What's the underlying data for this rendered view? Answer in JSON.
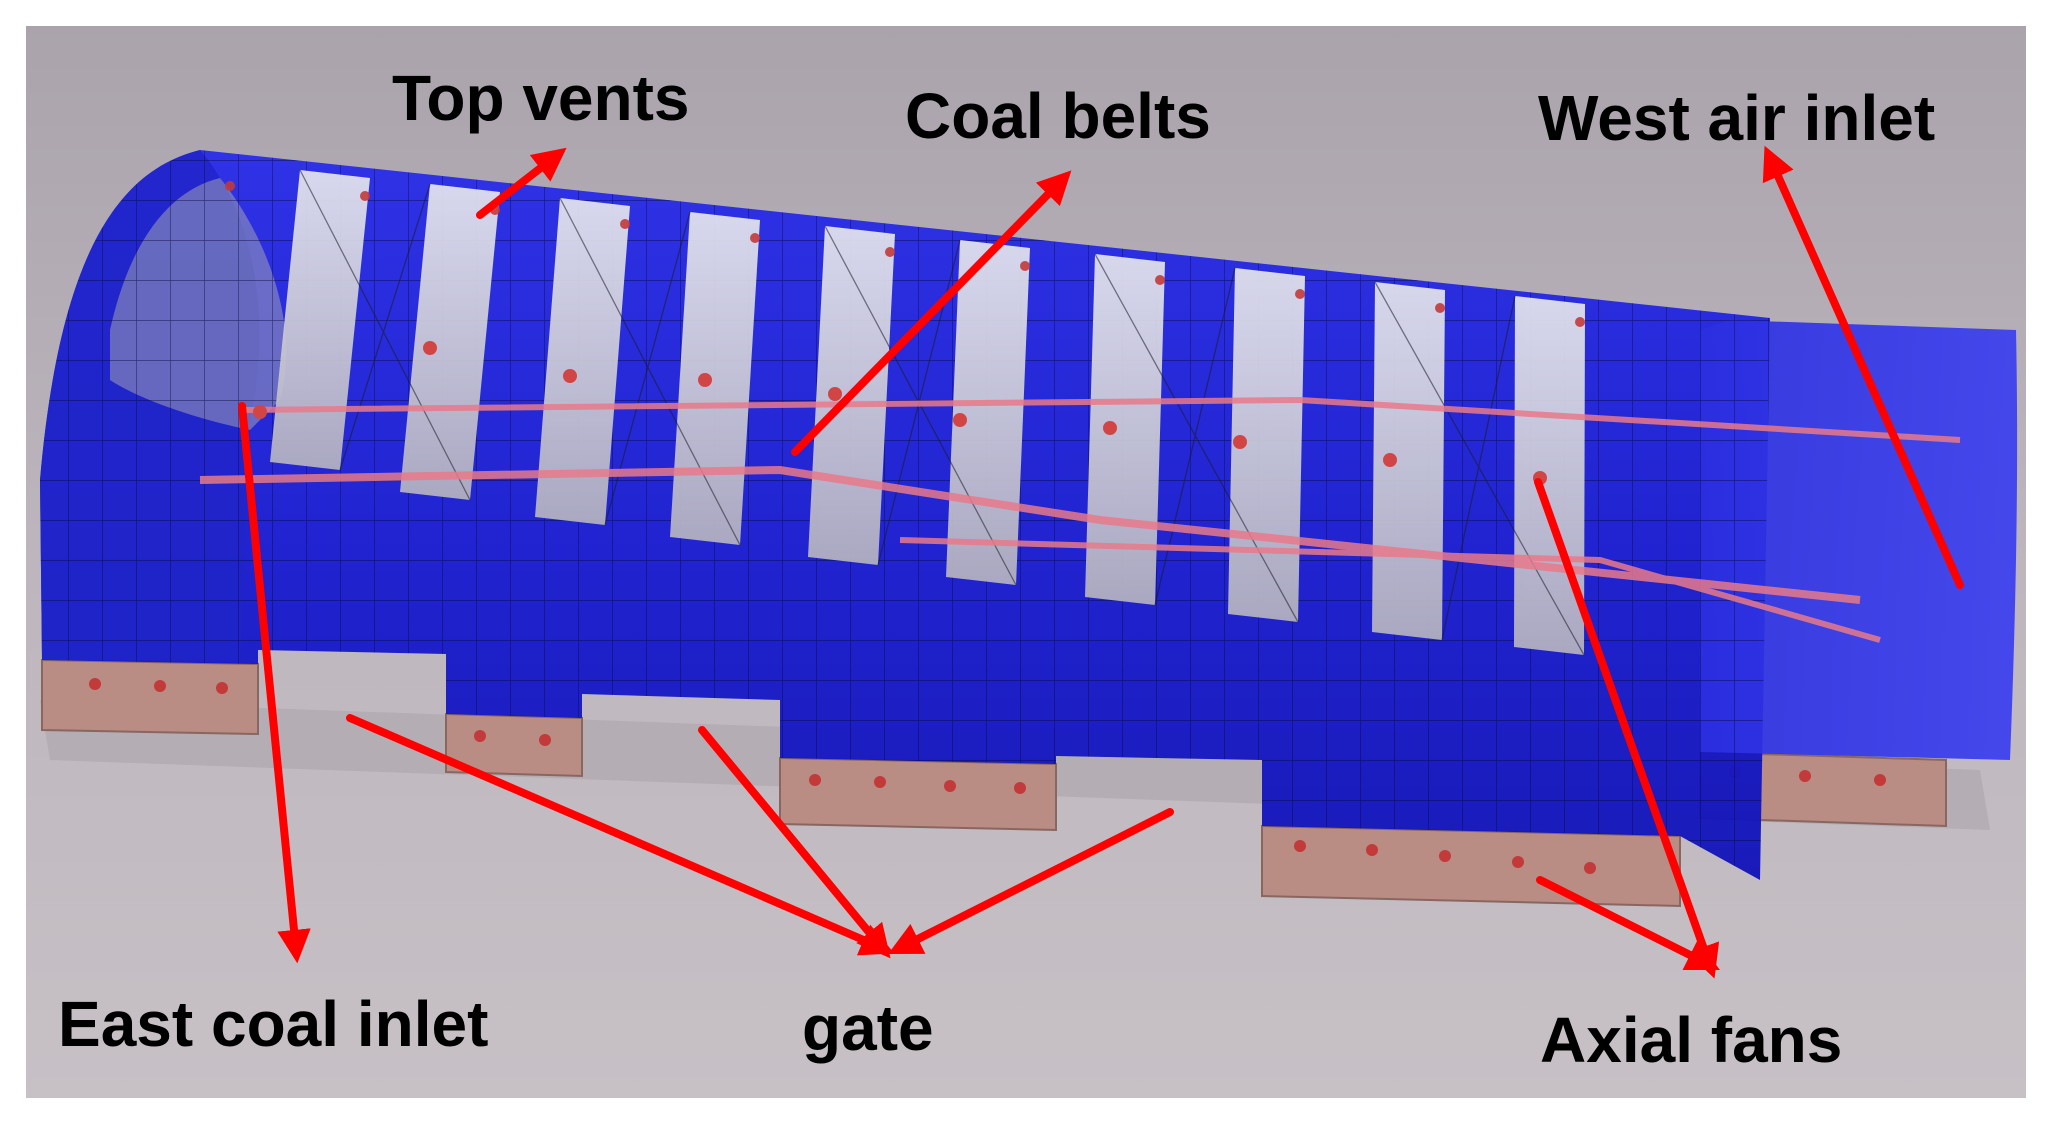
{
  "labels": {
    "top_vents": "Top vents",
    "coal_belts": "Coal belts",
    "west_air_inlet": "West air inlet",
    "east_coal_inlet": "East coal inlet",
    "gate": "gate",
    "axial_fans": "Axial fans"
  },
  "colors": {
    "background": "#b9b3b9",
    "shell_blue": "#1c1fd6",
    "shell_dark": "#0a0c8a",
    "vent_glass": "#cfcfd8",
    "foundation": "#b98c84",
    "arrow": "#ff0000",
    "belt": "#e87a8a"
  },
  "icons": {
    "arrow_head": "red-arrowhead"
  }
}
